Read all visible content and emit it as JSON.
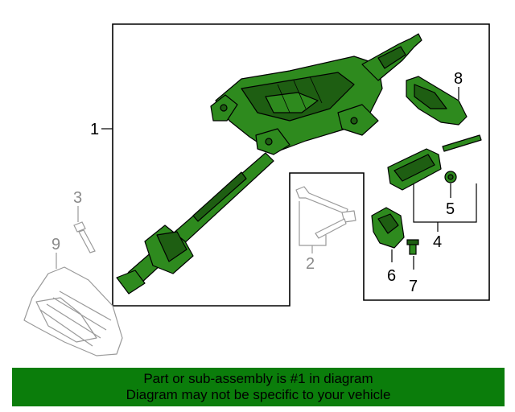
{
  "colors": {
    "part_fill": "#2e8a1e",
    "part_dark": "#1e5e12",
    "outline": "#000000",
    "grey_part": "#9a9a9a",
    "banner_bg": "#0b7d0b"
  },
  "callouts": [
    {
      "id": "1",
      "label": "1",
      "highlighted": true
    },
    {
      "id": "2",
      "label": "2",
      "highlighted": false
    },
    {
      "id": "3",
      "label": "3",
      "highlighted": false
    },
    {
      "id": "4",
      "label": "4",
      "highlighted": true
    },
    {
      "id": "5",
      "label": "5",
      "highlighted": true
    },
    {
      "id": "6",
      "label": "6",
      "highlighted": true
    },
    {
      "id": "7",
      "label": "7",
      "highlighted": true
    },
    {
      "id": "8",
      "label": "8",
      "highlighted": true
    },
    {
      "id": "9",
      "label": "9",
      "highlighted": false
    }
  ],
  "banner": {
    "line1": "Part or sub-assembly is #1 in diagram",
    "line2": "Diagram may not be specific to your vehicle"
  }
}
